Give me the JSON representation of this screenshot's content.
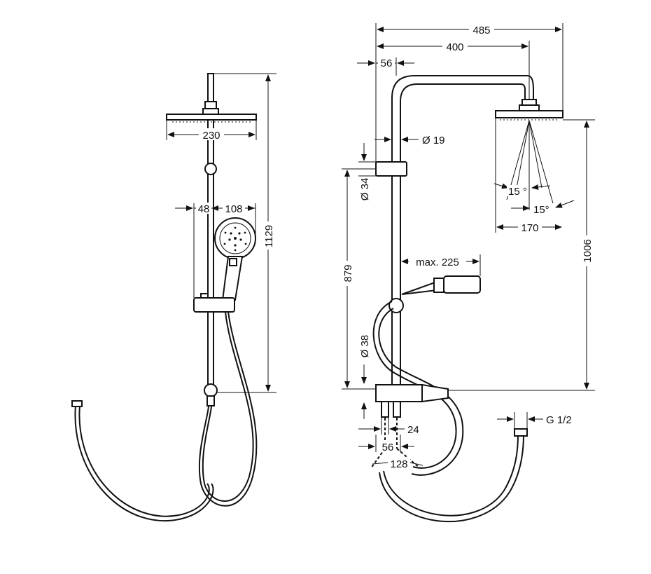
{
  "front_view": {
    "dim_width_head": "230",
    "dim_height_total": "1129",
    "dim_arm_offset": "48",
    "dim_handshower": "108"
  },
  "side_view": {
    "dim_total_projection": "485",
    "dim_arm_length": "400",
    "dim_riser_offset": "56",
    "dim_riser_diameter": "Ø 19",
    "dim_slider_height": "Ø 34",
    "dim_riser_height": "879",
    "dim_lower_diameter": "Ø 38",
    "dim_handshower_reach": "max. 225",
    "dim_head_height": "1006",
    "dim_angle_left": "15 °",
    "dim_angle_right": "15°",
    "dim_head_diameter": "170",
    "dim_inlet_gap": "24",
    "dim_inlet_spacing": "56",
    "dim_inlet_spread": "128",
    "dim_thread": "G 1/2"
  }
}
